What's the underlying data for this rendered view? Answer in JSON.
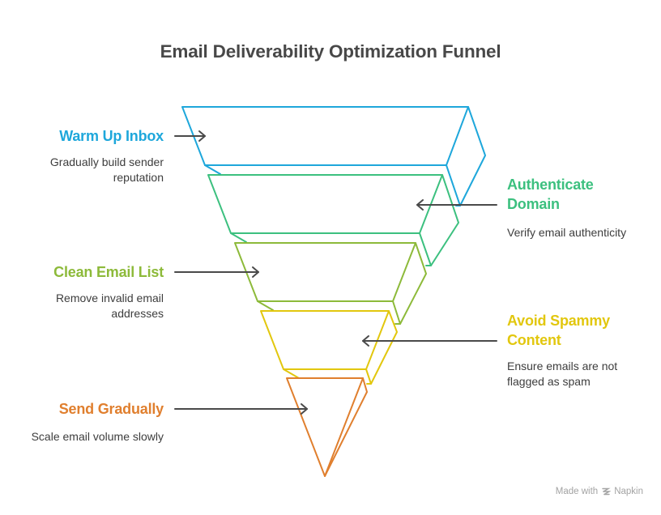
{
  "title": "Email Deliverability Optimization Funnel",
  "stages": [
    {
      "label": "Warm Up Inbox",
      "description": "Gradually build sender reputation",
      "description_lines": [
        "Gradually build sender",
        "reputation"
      ],
      "side": "left",
      "color": "#1EA7DB"
    },
    {
      "label": "Authenticate Domain",
      "label_lines": [
        "Authenticate",
        "Domain"
      ],
      "description": "Verify email authenticity",
      "side": "right",
      "color": "#3CC07F"
    },
    {
      "label": "Clean Email List",
      "description": "Remove invalid email addresses",
      "description_lines": [
        "Remove invalid email",
        "addresses"
      ],
      "side": "left",
      "color": "#8DBA3A"
    },
    {
      "label": "Avoid Spammy Content",
      "label_lines": [
        "Avoid Spammy",
        "Content"
      ],
      "description": "Ensure emails are not flagged as spam",
      "description_lines": [
        "Ensure emails are not",
        "flagged as spam"
      ],
      "side": "right",
      "color": "#E2C70E"
    },
    {
      "label": "Send Gradually",
      "description": "Scale email volume slowly",
      "side": "left",
      "color": "#E07F2E"
    }
  ],
  "arrow_color": "#4A4A4A",
  "footer": {
    "prefix": "Made with",
    "brand": "Napkin",
    "icon": "napkin-logo-icon"
  }
}
